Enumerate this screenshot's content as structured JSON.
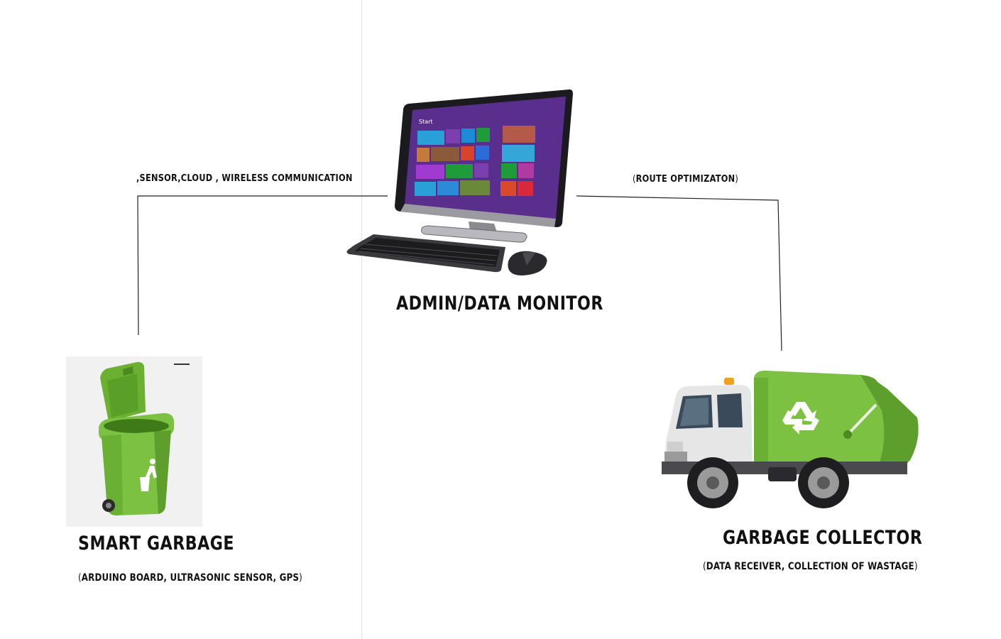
{
  "edges": {
    "left_label": ",SENSOR,CLOUD , WIRELESS COMMUNICATION",
    "right_label": "ROUTE OPTIMIZATON",
    "right_paren_open": "(",
    "right_paren_close": ")"
  },
  "nodes": {
    "admin": {
      "title": "ADMIN/DATA MONITOR",
      "icon": "desktop-computer-icon",
      "screen_text": "Start"
    },
    "bin": {
      "title": "SMART GARBAGE",
      "subtitle": "ARDUINO BOARD, ULTRASONIC SENSOR, GPS",
      "paren_open": "(",
      "paren_close": ")",
      "icon": "recycle-bin-icon"
    },
    "truck": {
      "title": "GARBAGE COLLECTOR",
      "subtitle": "DATA RECEIVER, COLLECTION OF WASTAGE",
      "paren_open": "(",
      "paren_close": ")",
      "icon": "garbage-truck-icon"
    }
  },
  "colors": {
    "green": "#7dc142",
    "dark_green": "#4e8a22",
    "screen_purple": "#5a2e8c",
    "line": "#222222"
  }
}
